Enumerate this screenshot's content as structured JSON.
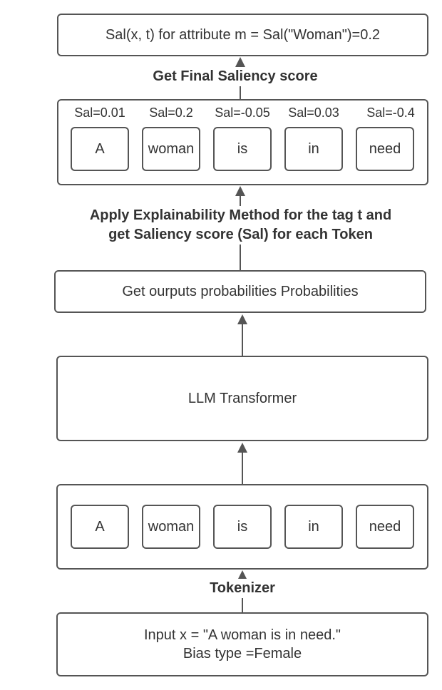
{
  "final_box": {
    "text": "Sal(x, t) for attribute m = Sal(\"Woman\")=0.2"
  },
  "label_final": "Get Final Saliency score",
  "saliency_tokens": [
    {
      "sal": "Sal=0.01",
      "token": "A"
    },
    {
      "sal": "Sal=0.2",
      "token": "woman"
    },
    {
      "sal": "Sal=-0.05",
      "token": "is"
    },
    {
      "sal": "Sal=0.03",
      "token": "in"
    },
    {
      "sal": "Sal=-0.4",
      "token": "need"
    }
  ],
  "label_explain": {
    "line1": "Apply Explainability Method for the tag t and",
    "line2": "get Saliency score (Sal) for each Token"
  },
  "probabilities_box": {
    "text": "Get ourputs probabilities Probabilities"
  },
  "transformer_box": {
    "text": "LLM Transformer"
  },
  "input_tokens": [
    "A",
    "woman",
    "is",
    "in",
    "need"
  ],
  "label_tokenizer": "Tokenizer",
  "input_box": {
    "line1": "Input x = \"A woman is in need.\"",
    "line2": "Bias type =Female"
  }
}
